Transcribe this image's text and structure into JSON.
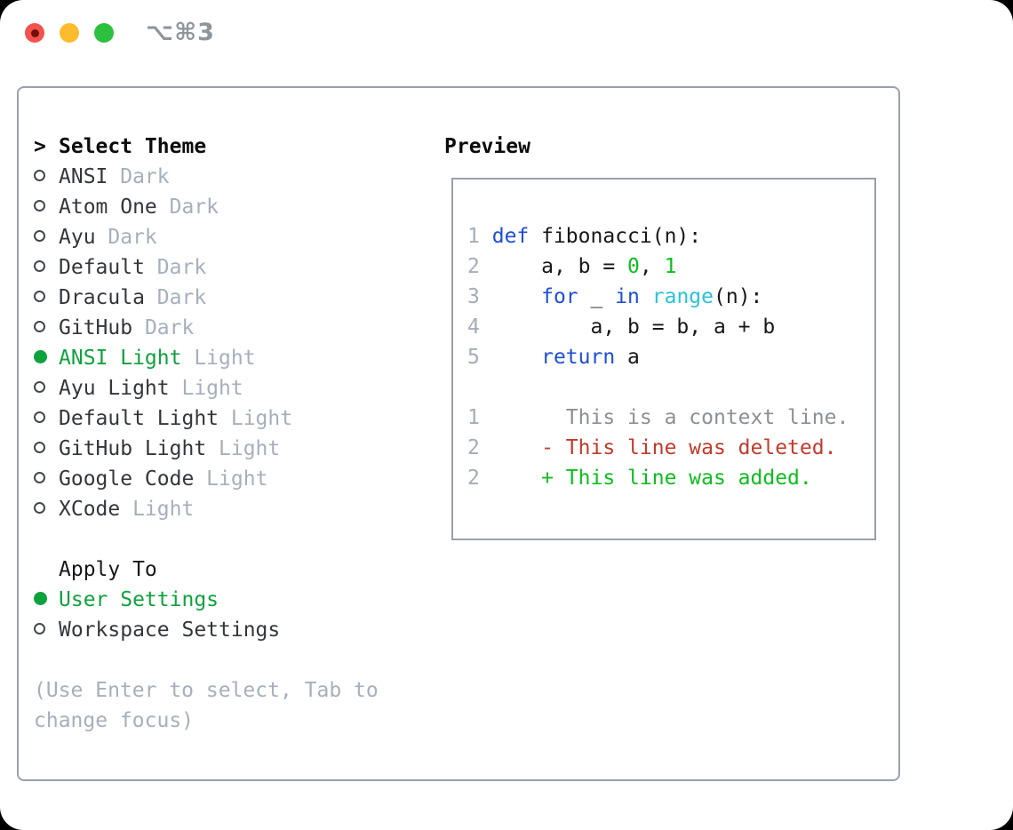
{
  "window": {
    "shortcut": "⌥⌘3",
    "traffic_lights": [
      "close",
      "minimize",
      "zoom"
    ]
  },
  "theme_panel": {
    "header_prefix": ">",
    "header": "Select Theme",
    "items": [
      {
        "name": "ANSI",
        "variant": "Dark",
        "selected": false
      },
      {
        "name": "Atom One",
        "variant": "Dark",
        "selected": false
      },
      {
        "name": "Ayu",
        "variant": "Dark",
        "selected": false
      },
      {
        "name": "Default",
        "variant": "Dark",
        "selected": false
      },
      {
        "name": "Dracula",
        "variant": "Dark",
        "selected": false
      },
      {
        "name": "GitHub",
        "variant": "Dark",
        "selected": false
      },
      {
        "name": "ANSI Light",
        "variant": "Light",
        "selected": true
      },
      {
        "name": "Ayu Light",
        "variant": "Light",
        "selected": false
      },
      {
        "name": "Default Light",
        "variant": "Light",
        "selected": false
      },
      {
        "name": "GitHub Light",
        "variant": "Light",
        "selected": false
      },
      {
        "name": "Google Code",
        "variant": "Light",
        "selected": false
      },
      {
        "name": "XCode",
        "variant": "Light",
        "selected": false
      }
    ],
    "apply_to": {
      "header": "Apply To",
      "options": [
        {
          "label": "User Settings",
          "selected": true
        },
        {
          "label": "Workspace Settings",
          "selected": false
        }
      ]
    },
    "help_lines": [
      "(Use Enter to select, Tab to",
      "change focus)"
    ]
  },
  "preview": {
    "header": "Preview",
    "code_lines": [
      {
        "num": "1",
        "segments": [
          {
            "t": "def",
            "c": "keyword"
          },
          {
            "t": " fibonacci(n):",
            "c": "code_default"
          }
        ]
      },
      {
        "num": "2",
        "segments": [
          {
            "t": "    a, b = ",
            "c": "code_default"
          },
          {
            "t": "0",
            "c": "number_literal"
          },
          {
            "t": ", ",
            "c": "code_default"
          },
          {
            "t": "1",
            "c": "number_literal"
          }
        ]
      },
      {
        "num": "3",
        "segments": [
          {
            "t": "    ",
            "c": "code_default"
          },
          {
            "t": "for",
            "c": "keyword"
          },
          {
            "t": " _ ",
            "c": "code_default"
          },
          {
            "t": "in",
            "c": "keyword"
          },
          {
            "t": " ",
            "c": "code_default"
          },
          {
            "t": "range",
            "c": "builtin"
          },
          {
            "t": "(n):",
            "c": "code_default"
          }
        ]
      },
      {
        "num": "4",
        "segments": [
          {
            "t": "        a, b = b, a + b",
            "c": "code_default"
          }
        ]
      },
      {
        "num": "5",
        "segments": [
          {
            "t": "    ",
            "c": "code_default"
          },
          {
            "t": "return",
            "c": "keyword"
          },
          {
            "t": " a",
            "c": "code_default"
          }
        ]
      }
    ],
    "diff_lines": [
      {
        "num": "1",
        "segments": [
          {
            "t": "      This is a context line.",
            "c": "diff_context"
          }
        ]
      },
      {
        "num": "2",
        "segments": [
          {
            "t": "    ",
            "c": "code_default"
          },
          {
            "t": "- This line was deleted.",
            "c": "diff_deleted"
          }
        ]
      },
      {
        "num": "2",
        "segments": [
          {
            "t": "    ",
            "c": "code_default"
          },
          {
            "t": "+ This line was added.",
            "c": "diff_added"
          }
        ]
      }
    ]
  },
  "colors": {
    "border": "#99a1ac",
    "accent_green": "#0ea23d",
    "muted": "#a6afbc",
    "text_dark": "#33363c",
    "heading": "#0b0c0e",
    "line_number": "#a3adb8",
    "code_default": "#17181b",
    "keyword": "#1d4ed8",
    "number_literal": "#0dbd1f",
    "builtin": "#2bc3d8",
    "diff_context": "#8b9096",
    "diff_deleted": "#c23a2a",
    "diff_added": "#0dbd1f",
    "traffic_red": "#f4524d",
    "traffic_red_dot": "#71100b",
    "traffic_yellow": "#fcbc2d",
    "traffic_green": "#2bc03d",
    "shortcut_gray": "#8f959c",
    "circle_ring": "#43474d"
  }
}
